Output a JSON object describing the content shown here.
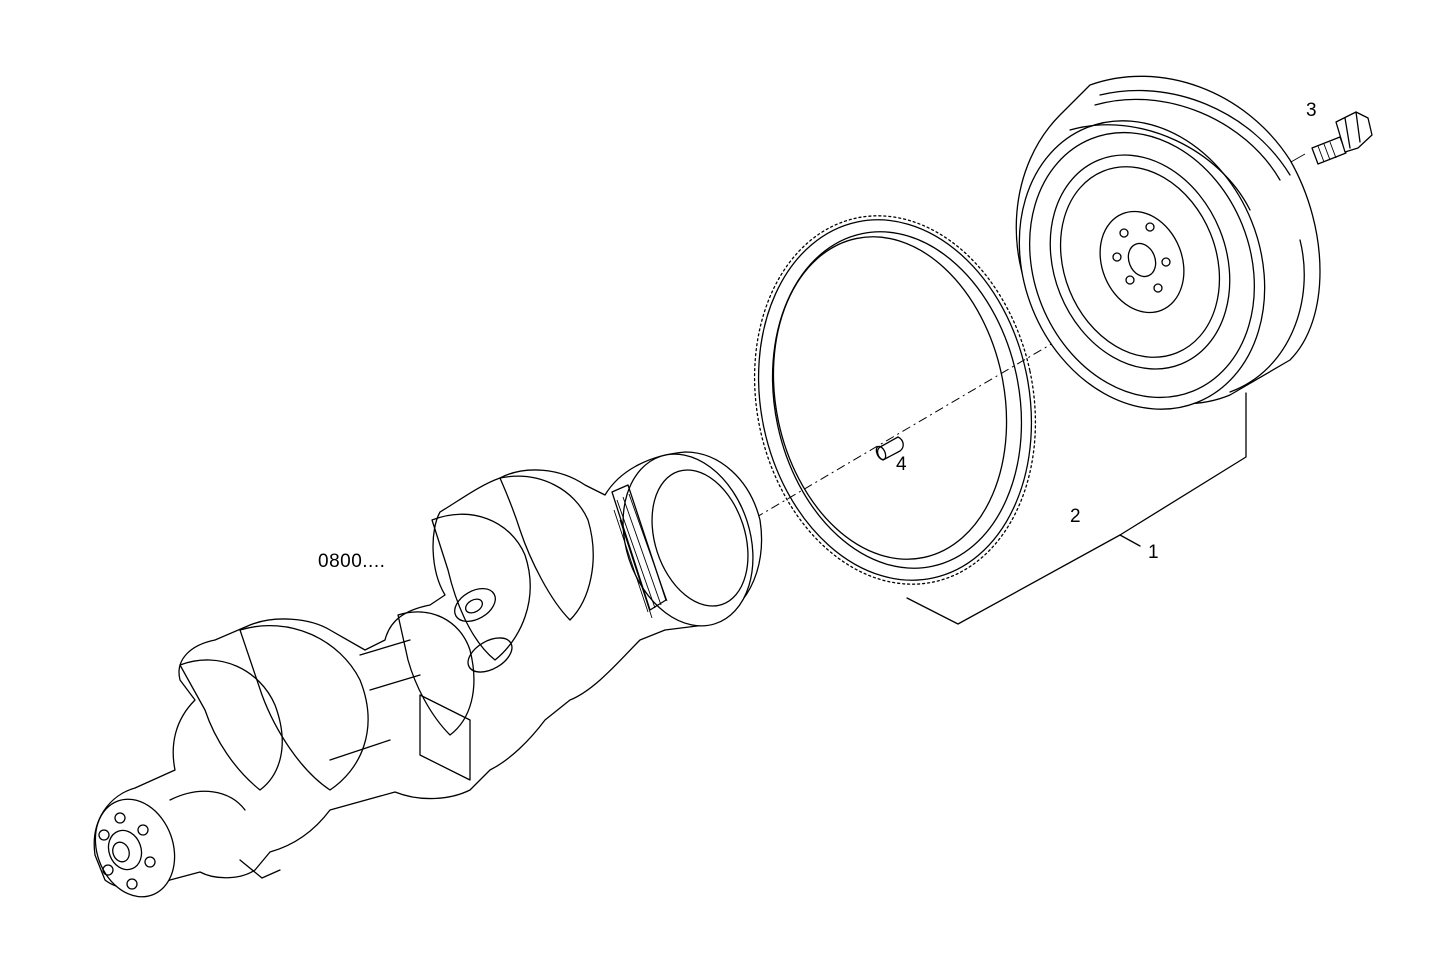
{
  "diagram": {
    "reference_label": "0800....",
    "callouts": [
      {
        "id": "1",
        "text": "1"
      },
      {
        "id": "2",
        "text": "2"
      },
      {
        "id": "3",
        "text": "3"
      },
      {
        "id": "4",
        "text": "4"
      }
    ],
    "parts": [
      "crankshaft",
      "flywheel-ring-gear",
      "flywheel",
      "bolt",
      "dowel-pin"
    ]
  }
}
